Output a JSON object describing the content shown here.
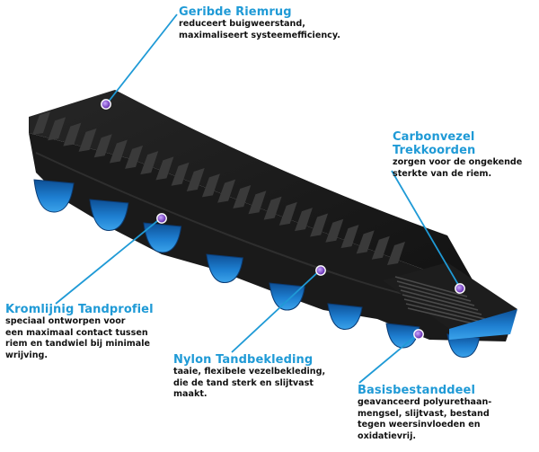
{
  "colors": {
    "accent": "#1f9ad6",
    "tooth_blue": "#1e7fd1",
    "belt_black": "#1a1a1a",
    "marker": "#7a3cc9"
  },
  "callouts": {
    "rib": {
      "title": [
        "Geribde Riemrug"
      ],
      "text": [
        "reduceert buigweerstand,",
        "maximaliseert systeemefficiency."
      ]
    },
    "cord": {
      "title": [
        "Carbonvezel",
        "Trekkoorden"
      ],
      "text": [
        "zorgen voor de ongekende",
        "sterkte van de riem."
      ]
    },
    "tooth": {
      "title": [
        "Kromlijnig Tandprofiel"
      ],
      "text": [
        "speciaal ontworpen voor",
        "een maximaal contact tussen",
        "riem en tandwiel bij minimale",
        "wrijving."
      ]
    },
    "nylon": {
      "title": [
        "Nylon Tandbekleding"
      ],
      "text": [
        "taaie, flexibele vezelbekleding,",
        "die de tand sterk en slijtvast",
        "maakt."
      ]
    },
    "base": {
      "title": [
        "Basisbestanddeel"
      ],
      "text": [
        "geavanceerd polyurethaan-",
        "mengsel, slijtvast, bestand",
        "tegen weersinvloeden en",
        "oxidatievrij."
      ]
    }
  }
}
